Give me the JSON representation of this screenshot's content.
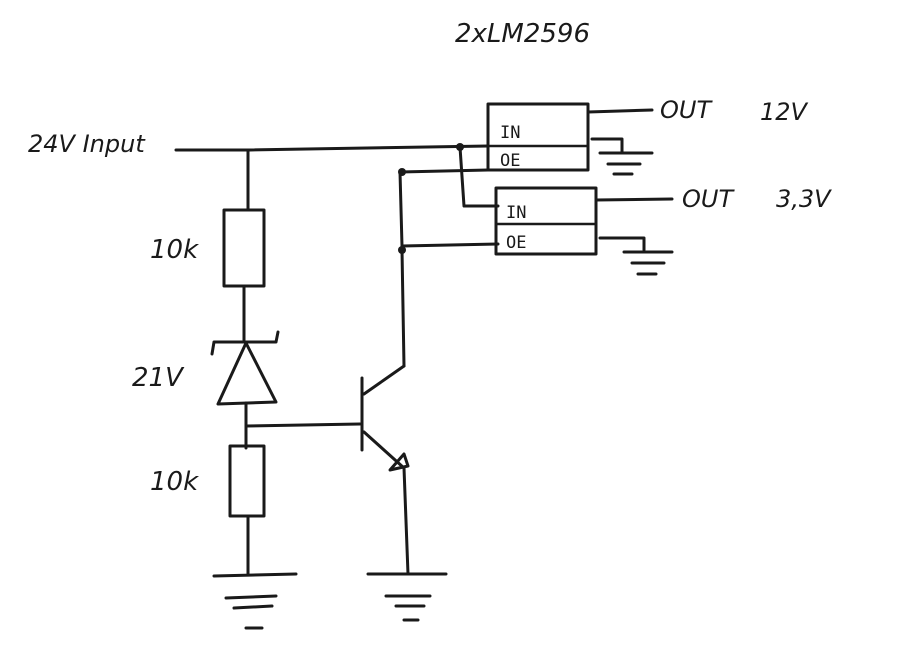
{
  "diagram": {
    "title": "2xLM2596",
    "input_label": "24V Input",
    "resistor_top_label": "10k",
    "zener_label": "21V",
    "resistor_bottom_label": "10k",
    "reg1": {
      "in_pin": "IN",
      "oe_pin": "OE",
      "out_label": "OUT",
      "out_voltage": "12V"
    },
    "reg2": {
      "in_pin": "IN",
      "oe_pin": "OE",
      "out_label": "OUT",
      "out_voltage": "3,3V"
    }
  }
}
